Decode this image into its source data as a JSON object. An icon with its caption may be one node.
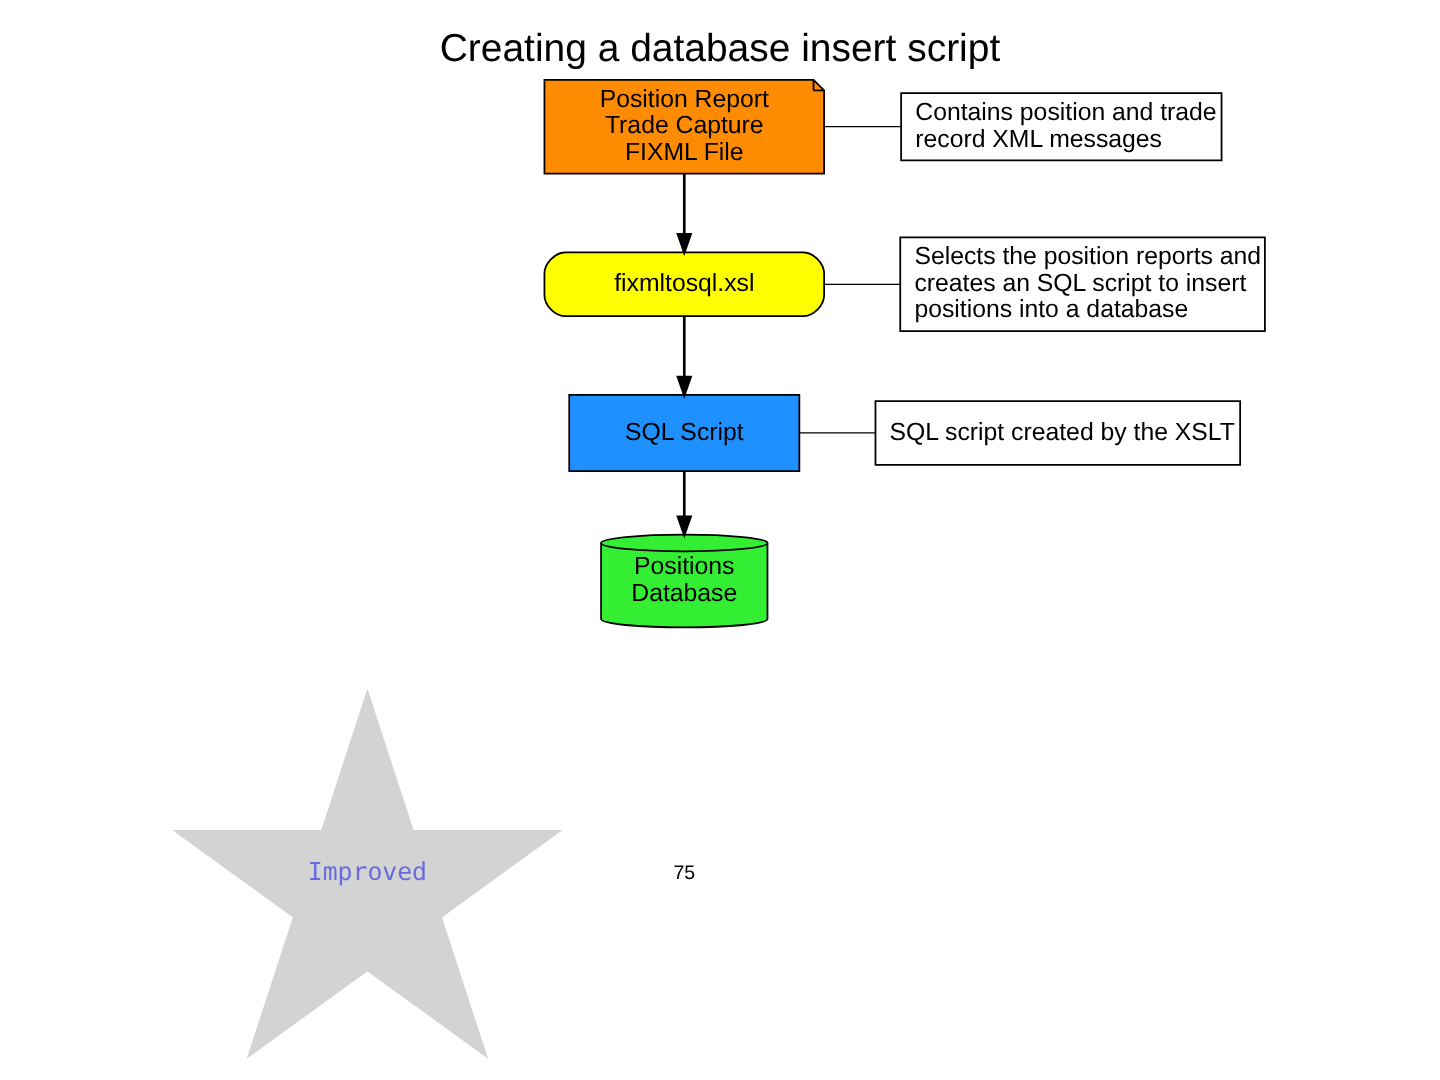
{
  "diagram": {
    "title": "Creating a database insert script",
    "nodes": [
      {
        "text": [
          "Position Report Trade Capture FIXML File"
        ]
      },
      {
        "text": [
          "Contains position and trade record XML messages"
        ]
      },
      {
        "text": [
          "fixmltosql.xsl"
        ]
      },
      {
        "text": [
          "Selects the position reports and creates an SQL script to insert positions into a database"
        ]
      },
      {
        "text": [
          "SQL Script"
        ]
      },
      {
        "text": [
          "SQL script created by the XSLT"
        ]
      },
      {
        "text": [
          "Positions Database"
        ]
      },
      {
        "text": [
          "Improved"
        ]
      }
    ],
    "edges": [
      {
        "from": 0,
        "to": 2,
        "arrow": "to"
      },
      {
        "from": 2,
        "to": 4,
        "arrow": "to"
      },
      {
        "from": 4,
        "to": 6,
        "arrow": "to"
      },
      {
        "from": 1,
        "to": 0,
        "arrow": "none"
      },
      {
        "from": 3,
        "to": 2,
        "arrow": "none"
      },
      {
        "from": 5,
        "to": 4,
        "arrow": "none"
      }
    ],
    "labels": [
      "75"
    ]
  }
}
